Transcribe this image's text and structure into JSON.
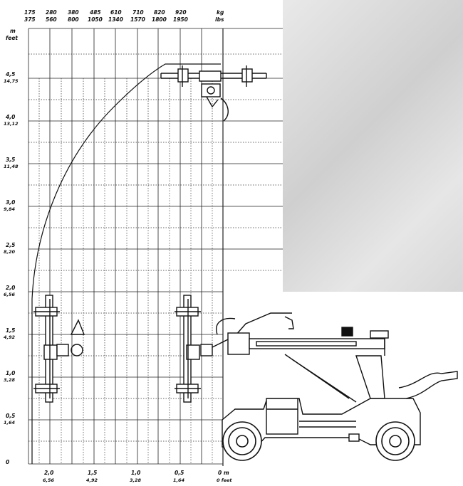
{
  "diagram": {
    "load_labels_kg": [
      "175",
      "280",
      "380",
      "485",
      "610",
      "710",
      "820",
      "920"
    ],
    "load_labels_lbs": [
      "375",
      "560",
      "800",
      "1050",
      "1340",
      "1570",
      "1800",
      "1950"
    ],
    "load_unit_kg": "kg",
    "load_unit_lbs": "lbs",
    "height_unit_m": "m",
    "height_unit_feet": "feet",
    "height_labels": [
      {
        "m": "4,5",
        "ft": "14,75"
      },
      {
        "m": "4,0",
        "ft": "13,12"
      },
      {
        "m": "3,5",
        "ft": "11,48"
      },
      {
        "m": "3,0",
        "ft": "9,84"
      },
      {
        "m": "2,5",
        "ft": "8,20"
      },
      {
        "m": "2,0",
        "ft": "6,56"
      },
      {
        "m": "1,5",
        "ft": "4,92"
      },
      {
        "m": "1,0",
        "ft": "3,28"
      },
      {
        "m": "0,5",
        "ft": "1,64"
      },
      {
        "m": "0",
        "ft": ""
      }
    ],
    "reach_labels": [
      {
        "m": "2,0",
        "ft": "6,56"
      },
      {
        "m": "1,5",
        "ft": "4,92"
      },
      {
        "m": "1,0",
        "ft": "3,28"
      },
      {
        "m": "0,5",
        "ft": "1,64"
      },
      {
        "m": "0 m",
        "ft": "0 feet"
      }
    ]
  }
}
